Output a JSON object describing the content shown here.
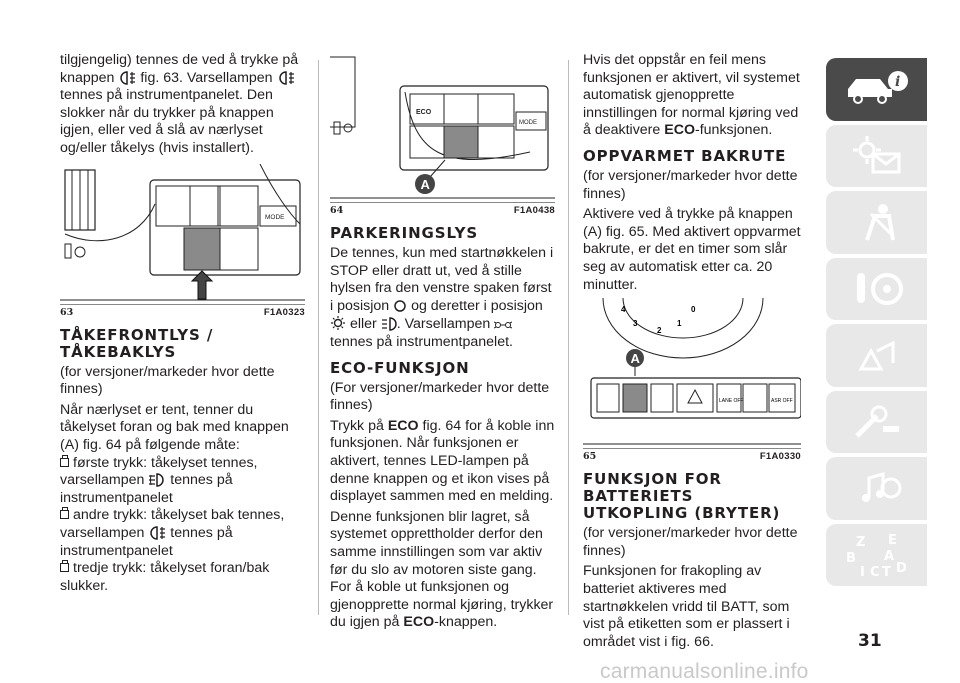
{
  "col1": {
    "intro": "tilgjengelig) tennes de ved å trykke på knappen",
    "intro_b": "fig. 63. Varsellampen",
    "intro_c": "tennes på instrumentpanelet. Den slokker når du trykker på knappen igjen, eller ved å slå av nærlyset og/eller tåkelys (hvis installert).",
    "fig_num": "63",
    "fig_code": "F1A0323",
    "fig_label": "MODE",
    "heading": "TÅKEFRONTLYS / TÅKEBAKLYS",
    "p1": "(for versjoner/markeder hvor dette finnes)",
    "p2": "Når nærlyset er tent, tenner du tåkelyset foran og bak med knappen (A) fig. 64 på følgende måte:",
    "b1a": "første trykk: tåkelyset tennes,",
    "b1b": "varsellampen",
    "b1c": "tennes på instrumentpanelet",
    "b2a": "andre trykk: tåkelyset bak tennes, varsellampen",
    "b2b": "tennes på instrumentpanelet",
    "b3": "tredje trykk: tåkelyset foran/bak slukker."
  },
  "col2": {
    "fig_num": "64",
    "fig_code": "F1A0438",
    "fig_label": "MODE",
    "fig_marker": "A",
    "h1": "PARKERINGSLYS",
    "p1a": "De tennes, kun med startnøkkelen i STOP eller dratt ut, ved å stille hylsen fra den venstre spaken først i posisjon",
    "p1b": "og deretter i posisjon",
    "p1c": "eller",
    "p1d": ". Varsellampen",
    "p1e": "tennes på instrumentpanelet.",
    "h2": "ECO-FUNKSJON",
    "p2": "(For versjoner/markeder hvor dette finnes)",
    "p3a": "Trykk på",
    "eco": "ECO",
    "p3b": "fig. 64 for å koble inn funksjonen. Når funksjonen er aktivert, tennes LED-lampen på denne knappen og et ikon vises på displayet sammen med en melding.",
    "p4": "Denne funksjonen blir lagret, så systemet opprettholder derfor den samme innstillingen som var aktiv før du slo av motoren siste gang. For å koble ut funksjonen og gjenopprette normal kjøring, trykker du igjen på",
    "p4b": "-knappen."
  },
  "col3": {
    "p1": "Hvis det oppstår en feil mens funksjonen er aktivert, vil systemet automatisk gjenopprette innstillingen for normal kjøring ved å deaktivere",
    "eco": "ECO",
    "p1b": "-funksjonen.",
    "h1": "OPPVARMET BAKRUTE",
    "p2": "(for versjoner/markeder hvor dette finnes)",
    "p3": "Aktivere ved å trykke på knappen (A) fig. 65. Med aktivert oppvarmet bakrute, er det en timer som slår seg av automatisk etter ca. 20 minutter.",
    "fig_num": "65",
    "fig_code": "F1A0330",
    "fig_marker": "A",
    "dial": [
      "4",
      "3",
      "2",
      "1",
      "0"
    ],
    "btn_labels": [
      "LANE OFF",
      "ASR OFF"
    ],
    "h2": "FUNKSJON FOR BATTERIETS UTKOPLING (BRYTER)",
    "p4": "(for versjoner/markeder hvor dette finnes)",
    "p5": "Funksjonen for frakopling av batteriet aktiveres med startnøkkelen vridd til BATT, som vist på etiketten som er plassert i området vist i fig. 66."
  },
  "tabs": [
    "car-info",
    "warning-lights",
    "safety",
    "starting-driving",
    "emergency",
    "maintenance",
    "multimedia",
    "index"
  ],
  "tab_index_letters": [
    "Z",
    "E",
    "A",
    "B",
    "C",
    "D",
    "T",
    "I"
  ],
  "page_number": "31",
  "watermark": "carmanualsonline.info",
  "colors": {
    "tab_active": "#4a4a4a",
    "tab_inactive": "#e8e8e8",
    "text": "#231f20"
  }
}
